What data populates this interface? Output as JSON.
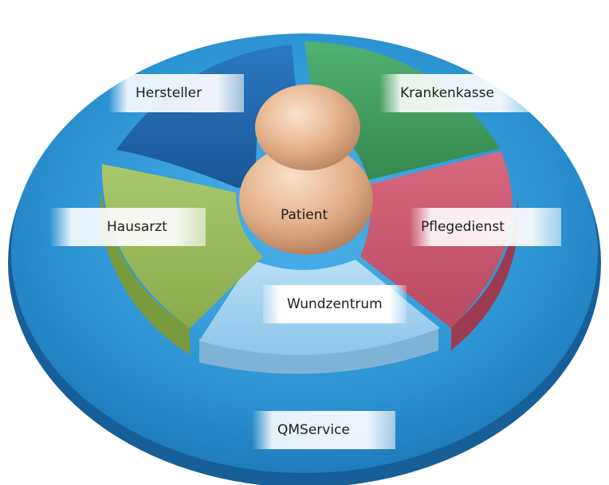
{
  "diagram": {
    "center": {
      "label": "Patient"
    },
    "outer_ring": {
      "label": "QMService"
    },
    "segments": [
      {
        "id": "hersteller",
        "label": "Hersteller",
        "color": "#1f63a8"
      },
      {
        "id": "krankenkasse",
        "label": "Krankenkasse",
        "color": "#3f9b5e"
      },
      {
        "id": "pflegedienst",
        "label": "Pflegedienst",
        "color": "#c8586e"
      },
      {
        "id": "wundzentrum",
        "label": "Wundzentrum",
        "color": "#9fd0ee"
      },
      {
        "id": "hausarzt",
        "label": "Hausarzt",
        "color": "#9cbc5c"
      }
    ]
  },
  "colors": {
    "outer_ring": "#2a8fd0",
    "outer_ring_edge": "#1b6aa6",
    "figure": "#e8b894"
  }
}
